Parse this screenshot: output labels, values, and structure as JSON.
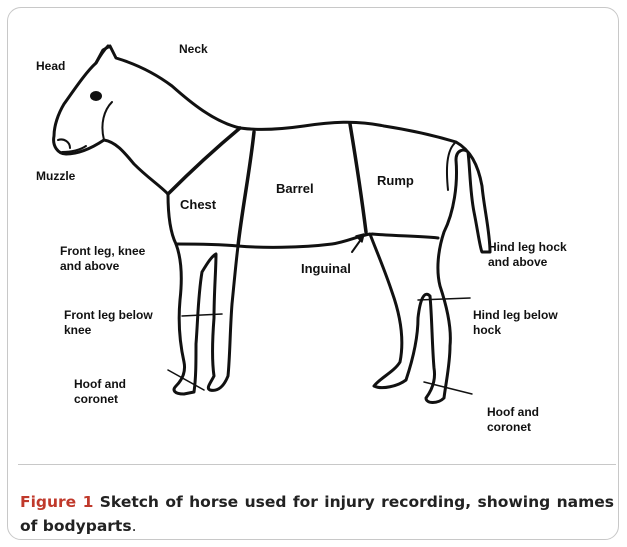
{
  "labels": {
    "head": "Head",
    "neck": "Neck",
    "muzzle": "Muzzle",
    "chest": "Chest",
    "barrel": "Barrel",
    "rump": "Rump",
    "front_leg_knee": "Front leg, knee\nand above",
    "inguinal": "Inguinal",
    "hind_leg_hock": "Hind leg hock\nand above",
    "front_leg_below": "Front leg below\nknee",
    "hind_leg_below": "Hind leg below\nhock",
    "hoof_front": "Hoof and\ncoronet",
    "hoof_hind": "Hoof and\ncoronet"
  },
  "caption": {
    "figure_label": "Figure 1",
    "text_bold": " Sketch of horse used for injury recording, showing names of bodyparts",
    "text_end": "."
  }
}
